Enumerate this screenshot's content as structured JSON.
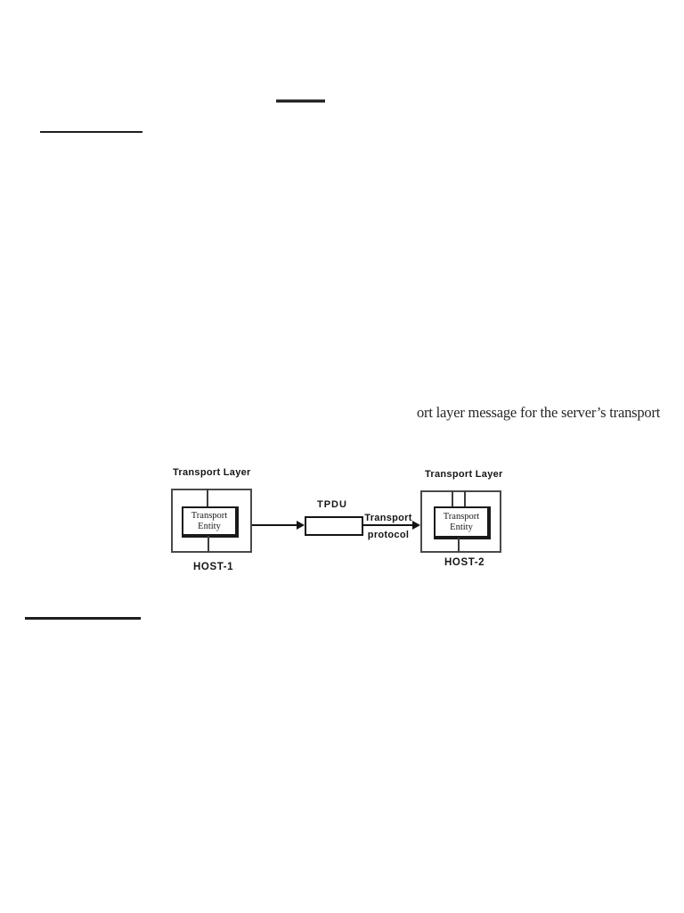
{
  "page": {
    "text_fragment": "ort layer message for the server’s transport"
  },
  "diagram": {
    "host1": {
      "layer_label": "Transport Layer",
      "entity_label": "Transport\nEntity",
      "host_label": "HOST-1"
    },
    "host2": {
      "layer_label": "Transport Layer",
      "entity_label": "Transport\nEntity",
      "host_label": "HOST-2"
    },
    "tpdu_label": "TPDU",
    "protocol_label": "Transport\nprotocol"
  },
  "colors": {
    "ink": "#1a1a1a",
    "box_border": "#4a4a4a",
    "background": "#ffffff"
  }
}
